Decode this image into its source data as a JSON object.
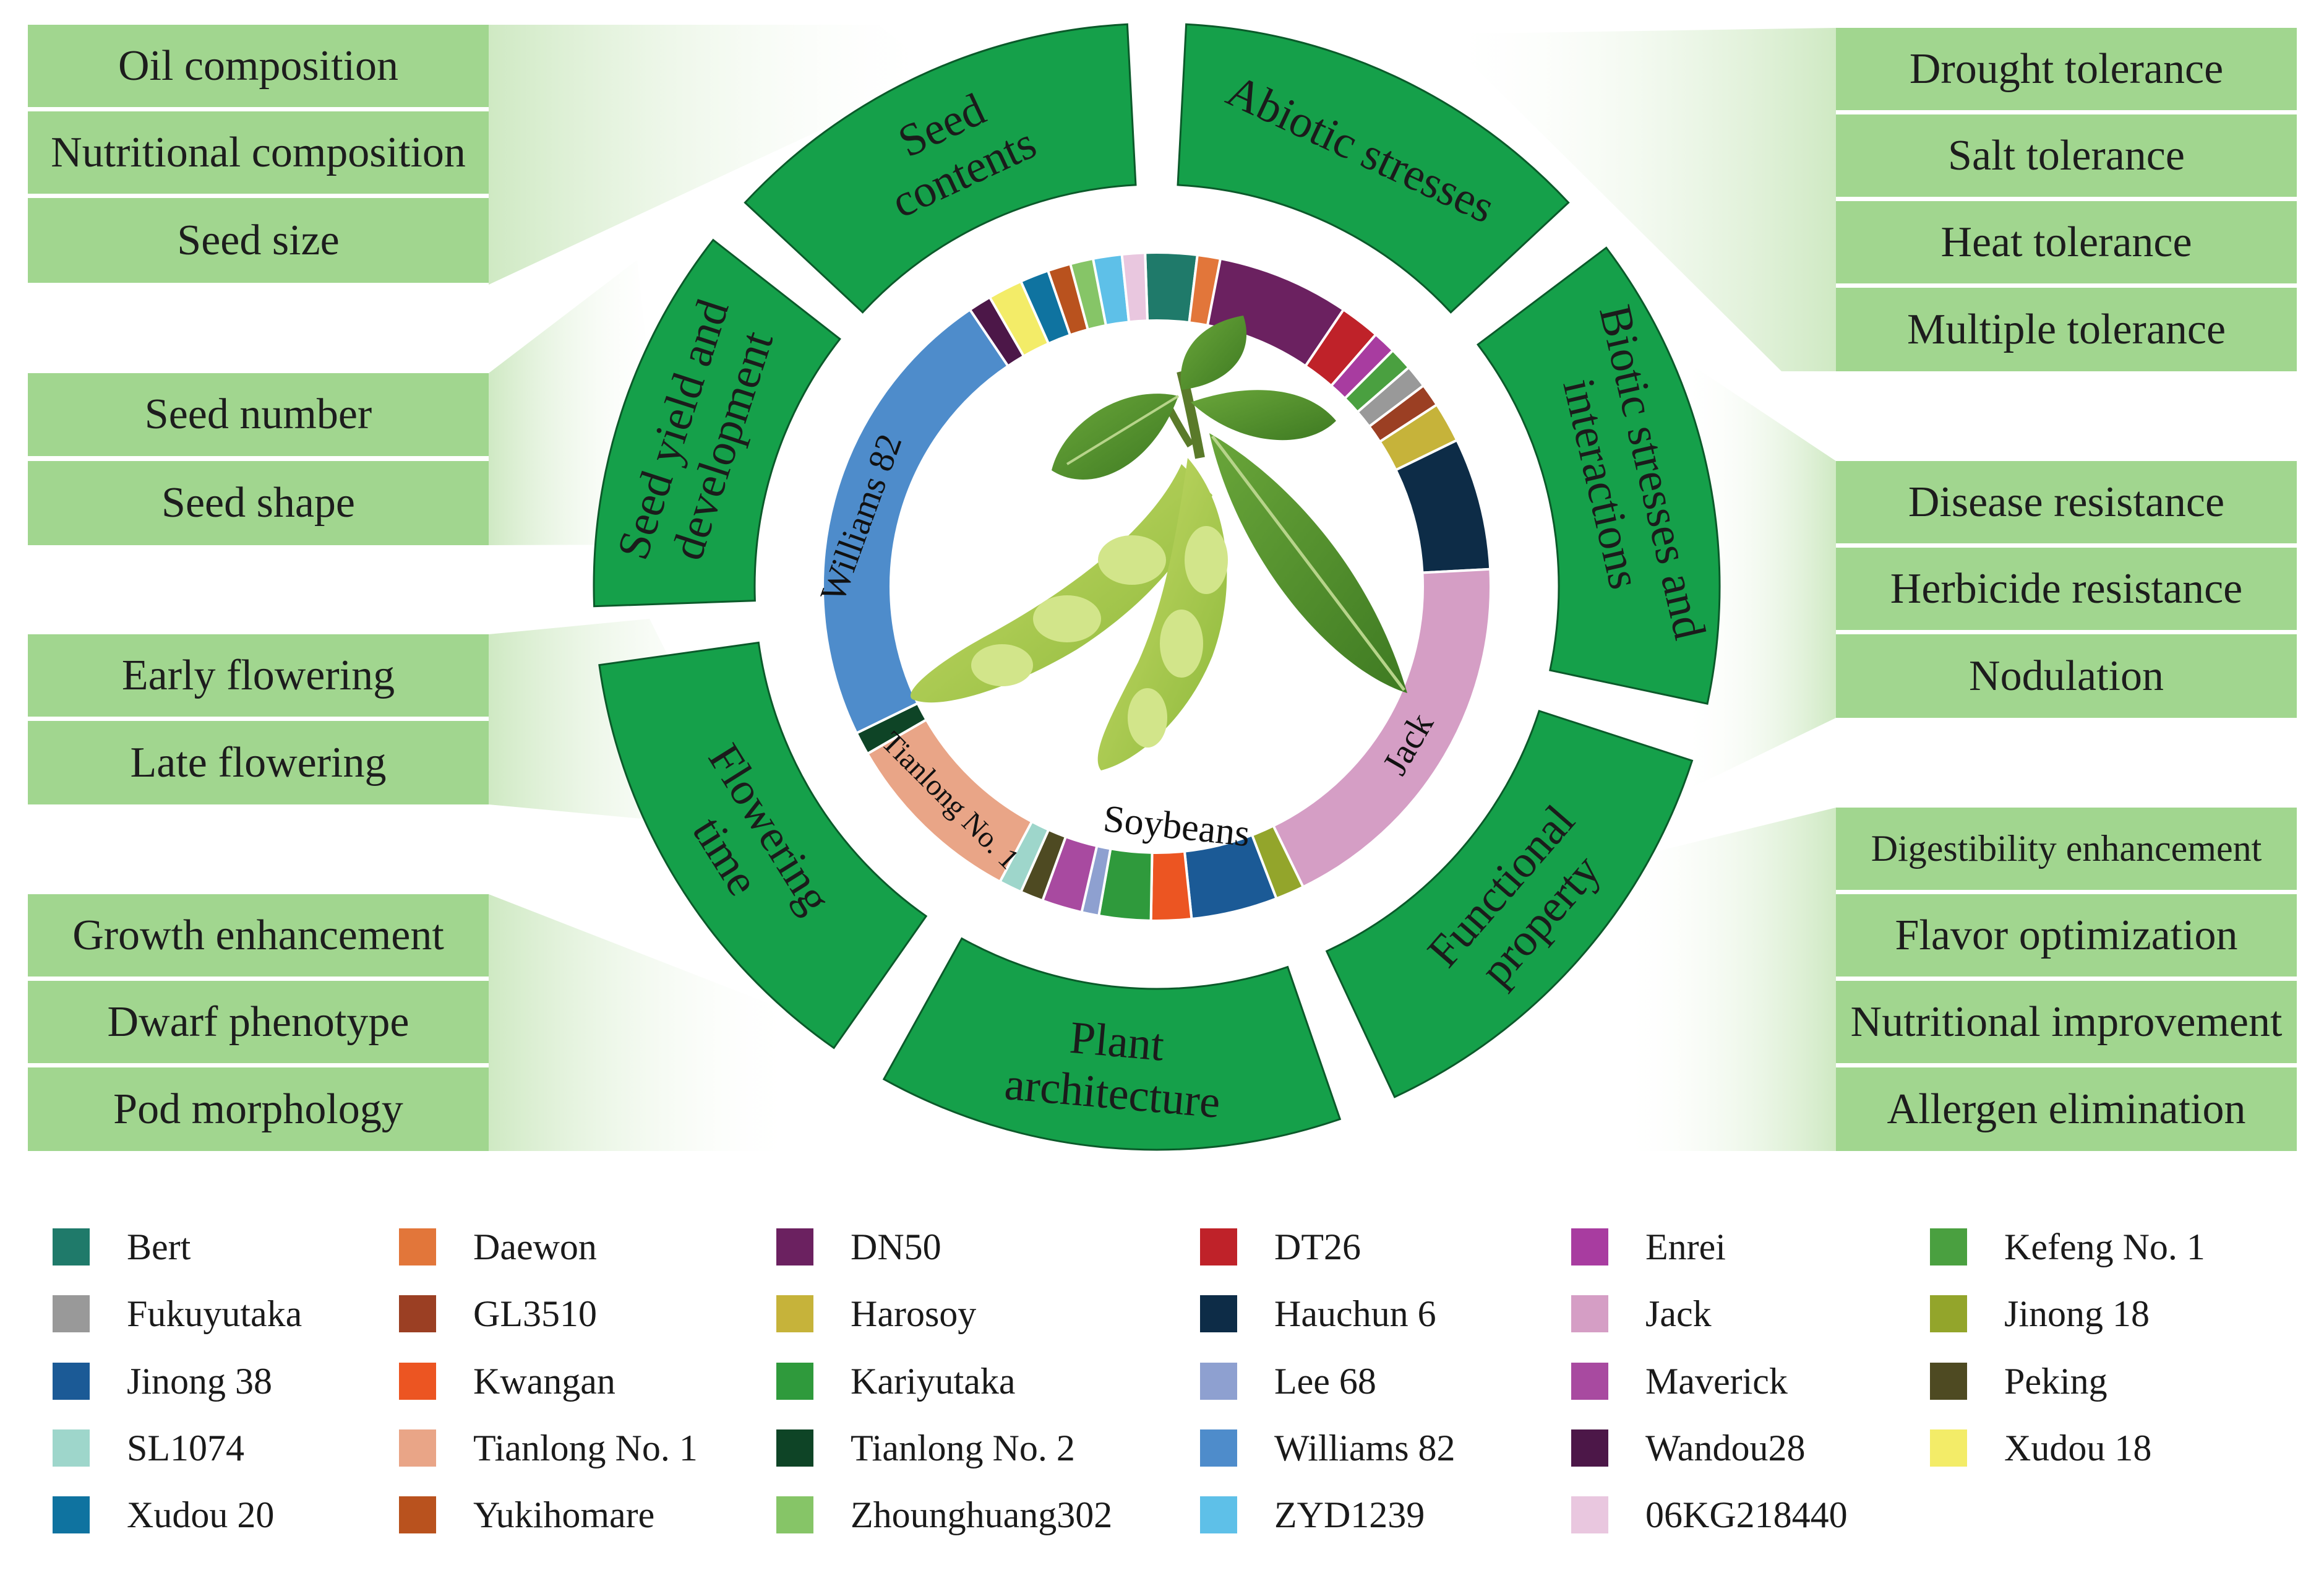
{
  "center_label": "Soybeans",
  "categories": [
    {
      "key": "seed-contents",
      "lines": [
        "Seed",
        "contents"
      ],
      "traits": [
        "Oil composition",
        "Nutritional composition",
        "Seed size"
      ]
    },
    {
      "key": "abiotic-stresses",
      "lines": [
        "Abiotic stresses"
      ],
      "traits": [
        "Drought tolerance",
        "Salt tolerance",
        "Heat tolerance",
        "Multiple tolerance"
      ]
    },
    {
      "key": "biotic-stresses",
      "lines": [
        "Biotic stresses and",
        "interactions"
      ],
      "traits": [
        "Disease resistance",
        "Herbicide resistance",
        "Nodulation"
      ]
    },
    {
      "key": "functional-property",
      "lines": [
        "Functional",
        "property"
      ],
      "traits": [
        "Digestibility enhancement",
        "Flavor optimization",
        "Nutritional improvement",
        "Allergen elimination"
      ]
    },
    {
      "key": "plant-architecture",
      "lines": [
        "Plant",
        "architecture"
      ],
      "traits": [
        "Growth enhancement",
        "Dwarf phenotype",
        "Pod morphology"
      ]
    },
    {
      "key": "flowering-time",
      "lines": [
        "Flowering",
        "time"
      ],
      "traits": [
        "Early flowering",
        "Late flowering"
      ]
    },
    {
      "key": "seed-yield",
      "lines": [
        "Seed yield and",
        "development"
      ],
      "traits": [
        "Seed number",
        "Seed shape"
      ]
    }
  ],
  "ring_labels": {
    "williams": "Williams 82",
    "jack": "Jack",
    "tianlong": "Tianlong No. 1"
  },
  "varieties": [
    {
      "name": "Bert",
      "color": "#1f7a6a"
    },
    {
      "name": "Daewon",
      "color": "#e2763a"
    },
    {
      "name": "DN50",
      "color": "#6b2160"
    },
    {
      "name": "DT26",
      "color": "#bf2229"
    },
    {
      "name": "Enrei",
      "color": "#a83ca0"
    },
    {
      "name": "Kefeng No. 1",
      "color": "#4aa040"
    },
    {
      "name": "Fukuyutaka",
      "color": "#999999"
    },
    {
      "name": "GL3510",
      "color": "#9b3f23"
    },
    {
      "name": "Harosoy",
      "color": "#c6b33a"
    },
    {
      "name": "Hauchun 6",
      "color": "#0d2c47"
    },
    {
      "name": "Jack",
      "color": "#d59ec5"
    },
    {
      "name": "Jinong 18",
      "color": "#93a52b"
    },
    {
      "name": "Jinong 38",
      "color": "#1b5a96"
    },
    {
      "name": "Kwangan",
      "color": "#ec5522"
    },
    {
      "name": "Kariyutaka",
      "color": "#2f9a3c"
    },
    {
      "name": "Lee 68",
      "color": "#8ea0d0"
    },
    {
      "name": "Maverick",
      "color": "#a84aa0"
    },
    {
      "name": "Peking",
      "color": "#4e4a22"
    },
    {
      "name": "SL1074",
      "color": "#9ed6cb"
    },
    {
      "name": "Tianlong No. 1",
      "color": "#e9a587"
    },
    {
      "name": "Tianlong No. 2",
      "color": "#0e4426"
    },
    {
      "name": "Williams 82",
      "color": "#4e8ccb"
    },
    {
      "name": "Wandou28",
      "color": "#4c1748"
    },
    {
      "name": "Xudou 18",
      "color": "#f3ec68"
    },
    {
      "name": "Xudou 20",
      "color": "#0f73a0"
    },
    {
      "name": "Yukihomare",
      "color": "#b9521e"
    },
    {
      "name": "Zhounghuang302",
      "color": "#86c567"
    },
    {
      "name": "ZYD1239",
      "color": "#5ec0e8"
    },
    {
      "name": "06KG218440",
      "color": "#e9c7df"
    }
  ],
  "colors": {
    "category_fill": "#15a04a",
    "trait_box": "#a1d68f",
    "trait_text": "#1d1d1d",
    "fan": "#cfe9c3"
  },
  "icons": [
    "soybean-plant-icon"
  ]
}
